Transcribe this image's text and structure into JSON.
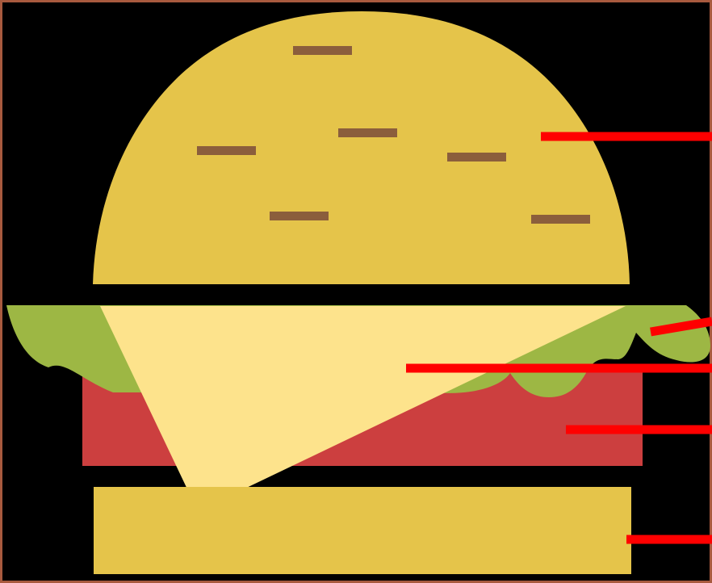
{
  "diagram": {
    "subject": "hamburger",
    "labels_visible": false,
    "layers": [
      {
        "name": "top-bun",
        "color": "#E5C44A"
      },
      {
        "name": "lettuce",
        "color": "#9DB744"
      },
      {
        "name": "cheese",
        "color": "#FDE38C"
      },
      {
        "name": "patty",
        "color": "#CC3F3F"
      },
      {
        "name": "bottom-bun",
        "color": "#E5C44A"
      }
    ],
    "colors": {
      "background": "#000000",
      "frame": "#A85A3E",
      "sesame": "#8B5E3C",
      "pointer": "#FF0000"
    },
    "pointer_count": 5
  }
}
